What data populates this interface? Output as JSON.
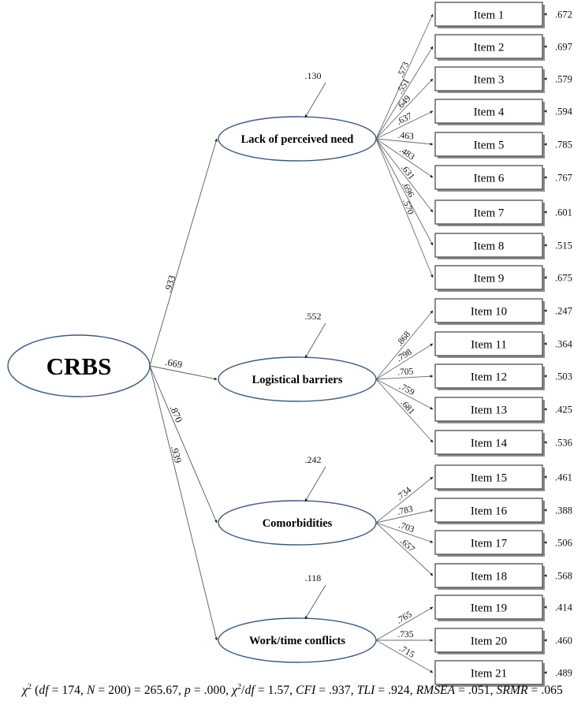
{
  "diagram": {
    "type": "structural-equation-model",
    "root_factor": {
      "label": "CRBS"
    },
    "colors": {
      "ellipse_stroke": "#3d5a80",
      "box_stroke": "#4d4d4d",
      "path_stroke": "#6b6b6b",
      "background": "#ffffff",
      "text": "#000000"
    },
    "factors": [
      {
        "label": "Lack of perceived need",
        "structural_path": ".933",
        "disturbance": ".130",
        "items": [
          {
            "label": "Item 1",
            "loading": ".573",
            "residual": ".672"
          },
          {
            "label": "Item 2",
            "loading": ".551",
            "residual": ".697"
          },
          {
            "label": "Item 3",
            "loading": ".649",
            "residual": ".579"
          },
          {
            "label": "Item 4",
            "loading": ".637",
            "residual": ".594"
          },
          {
            "label": "Item 5",
            "loading": ".463",
            "residual": ".785"
          },
          {
            "label": "Item 6",
            "loading": ".483",
            "residual": ".767"
          },
          {
            "label": "Item 7",
            "loading": ".631",
            "residual": ".601"
          },
          {
            "label": "Item 8",
            "loading": ".696",
            "residual": ".515"
          },
          {
            "label": "Item 9",
            "loading": ".570",
            "residual": ".675"
          }
        ]
      },
      {
        "label": "Logistical barriers",
        "structural_path": ".669",
        "disturbance": ".552",
        "items": [
          {
            "label": "Item 10",
            "loading": ".868",
            "residual": ".247"
          },
          {
            "label": "Item 11",
            "loading": ".798",
            "residual": ".364"
          },
          {
            "label": "Item 12",
            "loading": ".705",
            "residual": ".503"
          },
          {
            "label": "Item 13",
            "loading": ".759",
            "residual": ".425"
          },
          {
            "label": "Item 14",
            "loading": ".681",
            "residual": ".536"
          }
        ]
      },
      {
        "label": "Comorbidities",
        "structural_path": ".870",
        "disturbance": ".242",
        "items": [
          {
            "label": "Item 15",
            "loading": ".734",
            "residual": ".461"
          },
          {
            "label": "Item 16",
            "loading": ".783",
            "residual": ".388"
          },
          {
            "label": "Item 17",
            "loading": ".703",
            "residual": ".506"
          },
          {
            "label": "Item 18",
            "loading": ".657",
            "residual": ".568"
          }
        ]
      },
      {
        "label": "Work/time conflicts",
        "structural_path": ".939",
        "disturbance": ".118",
        "items": [
          {
            "label": "Item 19",
            "loading": ".765",
            "residual": ".414"
          },
          {
            "label": "Item 20",
            "loading": ".735",
            "residual": ".460"
          },
          {
            "label": "Item 21",
            "loading": ".715",
            "residual": ".489"
          }
        ]
      }
    ],
    "fit_statistics": {
      "chi_square_symbol": "χ",
      "df_label": "df",
      "df_value": "174",
      "n_label": "N",
      "n_value": "200",
      "chi_square_value": "265.67",
      "p_label": "p",
      "p_value": ".000",
      "chi_df_label": "χ²/df",
      "chi_df_value": "1.57",
      "cfi_label": "CFI",
      "cfi_value": ".937",
      "tli_label": "TLI",
      "tli_value": ".924",
      "rmsea_label": "RMSEA",
      "rmsea_value": ".051",
      "srmr_label": "SRMR",
      "srmr_value": ".065",
      "full_text": "χ² (df = 174, N = 200) = 265.67, p = .000, χ²/df = 1.57, CFI = .937, TLI = .924, RMSEA = .051, SRMR = .065"
    }
  }
}
